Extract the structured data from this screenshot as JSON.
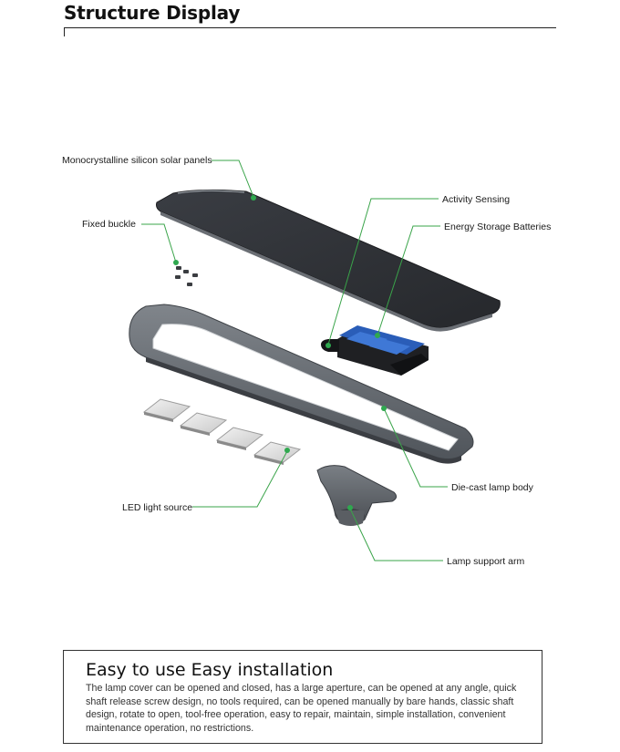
{
  "page": {
    "title": "Structure Display"
  },
  "labels": {
    "solar_panels": "Monocrystalline silicon solar panels",
    "activity_sensing": "Activity Sensing",
    "fixed_buckle": "Fixed buckle",
    "batteries": "Energy Storage Batteries",
    "lamp_body": "Die-cast lamp body",
    "led_source": "LED light source",
    "support_arm": "Lamp support arm"
  },
  "colors": {
    "accent_green": "#2fa84f",
    "panel_dark": "#2f3136",
    "body_gray": "#6b7076",
    "battery_blue": "#2a5db8"
  },
  "info": {
    "heading": "Easy to use Easy installation",
    "body": "The lamp cover can be opened and closed, has a large aperture, can be opened at any angle, quick shaft release screw design, no tools required, can be opened manually by bare hands, classic shaft design, rotate to open, tool-free operation, easy to repair, maintain, simple installation, convenient maintenance operation, no restrictions."
  }
}
